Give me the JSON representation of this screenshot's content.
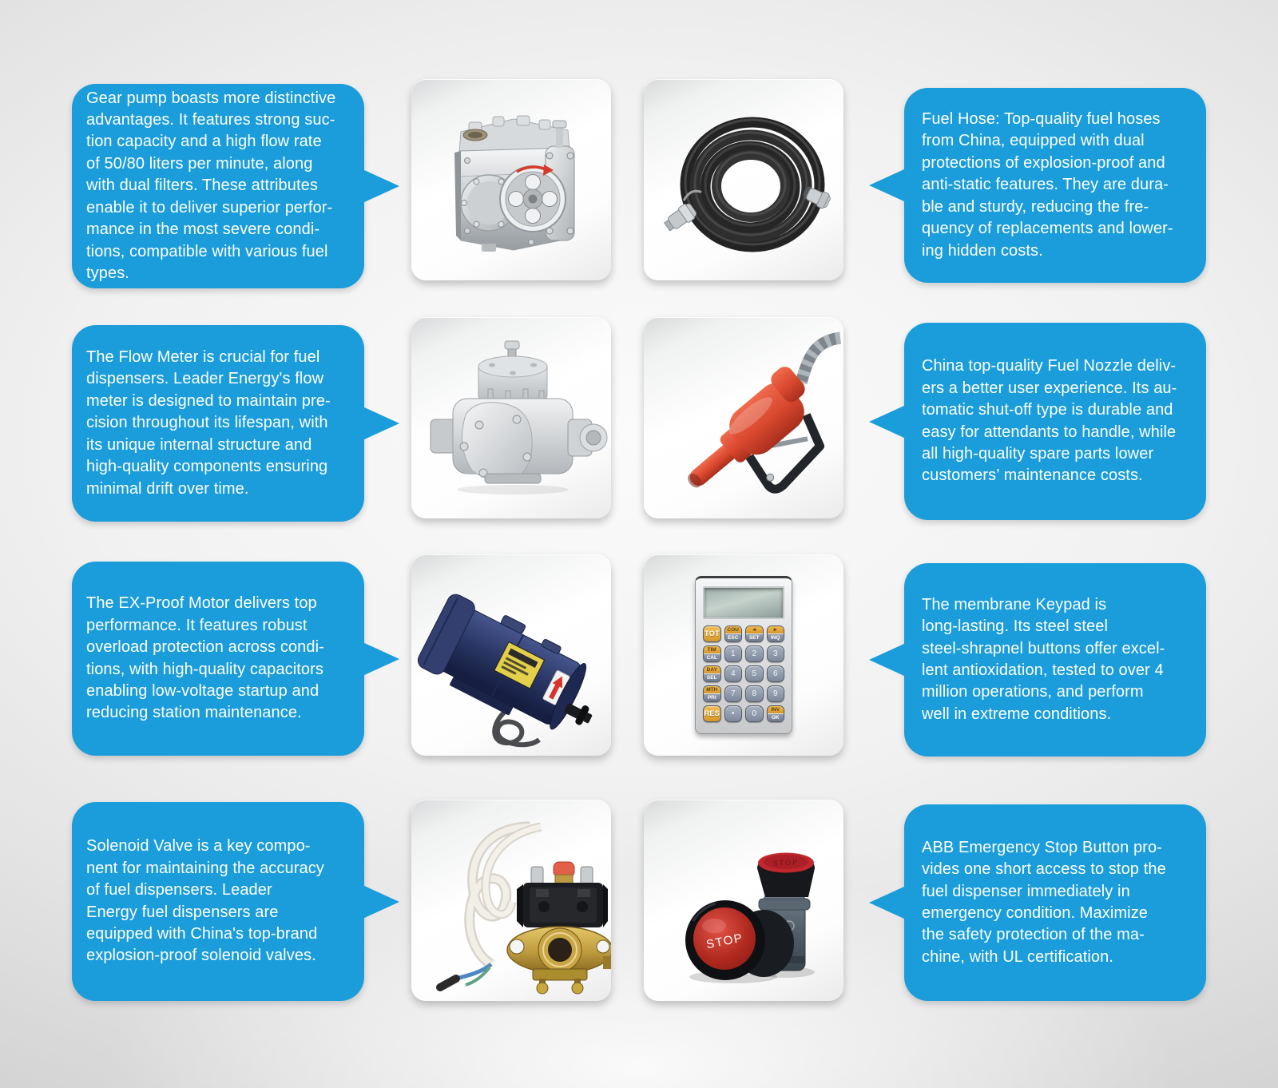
{
  "theme": {
    "bubble_color": "#1a9dda",
    "text_color": "#ffffff"
  },
  "callouts": {
    "gear_pump": {
      "lines": [
        "Gear pump boasts more distinctive",
        "advantages. It features strong suc-",
        "tion capacity and a high flow rate",
        "of 50/80 liters per minute, along",
        "with dual filters. These attributes",
        "enable it to deliver superior perfor-",
        "mance in the most severe condi-",
        "tions, compatible with various fuel",
        "types."
      ]
    },
    "fuel_hose": {
      "lines": [
        "Fuel Hose: Top-quality fuel hoses",
        "from China, equipped with dual",
        "protections of explosion-proof and",
        "anti-static features. They are dura-",
        "ble and sturdy, reducing the fre-",
        "quency of replacements and lower-",
        "ing hidden costs."
      ]
    },
    "flow_meter": {
      "lines": [
        "The Flow Meter is crucial for fuel",
        "dispensers. Leader Energy's flow",
        "meter is designed to maintain pre-",
        "cision throughout its lifespan, with",
        "its unique internal structure and",
        "high-quality components ensuring",
        "minimal drift over time."
      ]
    },
    "fuel_nozzle": {
      "lines": [
        "China top-quality Fuel Nozzle deliv-",
        "ers a better user experience. Its au-",
        "tomatic shut-off type is durable and",
        "easy for attendants to handle, while",
        "all high-quality spare parts lower",
        "customers’ maintenance costs."
      ]
    },
    "ex_proof_motor": {
      "lines": [
        "The EX-Proof Motor delivers top",
        "performance. It features robust",
        "overload protection across condi-",
        "tions, with high-quality capacitors",
        "enabling low-voltage startup and",
        "reducing station maintenance."
      ]
    },
    "membrane_keypad": {
      "lines": [
        "The membrane Keypad is",
        "long-lasting. Its steel steel",
        "steel-shrapnel buttons offer excel-",
        "lent antioxidation, tested to over 4",
        "million operations, and perform",
        "well in extreme conditions."
      ]
    },
    "solenoid_valve": {
      "lines": [
        "Solenoid Valve is a key compo-",
        "nent for maintaining the accuracy",
        "of fuel dispensers. Leader",
        "Energy fuel dispensers are",
        "equipped with China's top-brand",
        "explosion-proof solenoid valves."
      ]
    },
    "emergency_stop": {
      "lines": [
        "ABB Emergency Stop Button pro-",
        "vides one short access to stop the",
        "fuel dispenser immediately in",
        "emergency condition. Maximize",
        "the safety protection of the ma-",
        "chine, with UL certification."
      ]
    }
  },
  "products": {
    "keypad": {
      "keys": [
        {
          "type": "orange",
          "label": "TOT"
        },
        {
          "type": "dual",
          "top": "COU",
          "bottom": "ESC"
        },
        {
          "type": "dual",
          "top": "◄",
          "bottom": "SET"
        },
        {
          "type": "dual",
          "top": "►",
          "bottom": "INQ"
        },
        {
          "type": "dual",
          "top": "TIM",
          "bottom": "CAL"
        },
        {
          "type": "num",
          "label": "1"
        },
        {
          "type": "num",
          "label": "2"
        },
        {
          "type": "num",
          "label": "3"
        },
        {
          "type": "dual",
          "top": "DAY",
          "bottom": "SEL"
        },
        {
          "type": "num",
          "label": "4"
        },
        {
          "type": "num",
          "label": "5"
        },
        {
          "type": "num",
          "label": "6"
        },
        {
          "type": "dual",
          "top": "MTH",
          "bottom": "PRI"
        },
        {
          "type": "num",
          "label": "7"
        },
        {
          "type": "num",
          "label": "8"
        },
        {
          "type": "num",
          "label": "9"
        },
        {
          "type": "orange",
          "label": "RES"
        },
        {
          "type": "num",
          "label": "•"
        },
        {
          "type": "num",
          "label": "0"
        },
        {
          "type": "dual",
          "top": "INV",
          "bottom": "OK"
        }
      ]
    },
    "stop_button": {
      "face_label": "STOP",
      "top_label": "STOP"
    }
  }
}
